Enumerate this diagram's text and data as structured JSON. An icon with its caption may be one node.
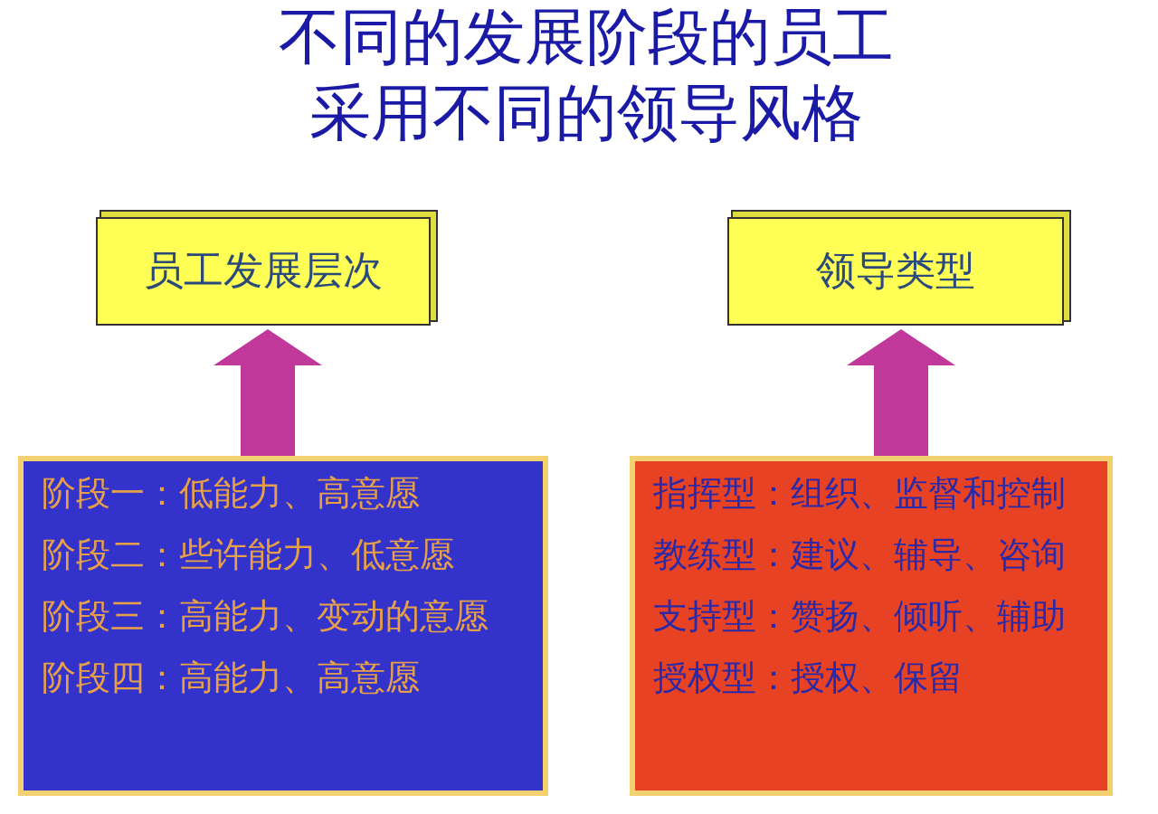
{
  "diagram": {
    "title": "不同的发展阶段的员工采用不同的领导风格",
    "nodes": [
      {
        "text": [
          "员工发展层次"
        ]
      },
      {
        "text": [
          "领导类型"
        ]
      },
      {
        "text": [
          "阶段一：低能力、高意愿",
          "阶段二：些许能力、低意愿",
          "阶段三：高能力、变动的意愿",
          "阶段四：高能力、高意愿"
        ]
      },
      {
        "text": [
          "指挥型：组织、监督和控制",
          "教练型：建议、辅导、咨询",
          "支持型：赞扬、倾听、辅助",
          "授权型：授权、保留"
        ]
      }
    ],
    "edges": [
      {
        "from": 2,
        "to": 0,
        "arrow": "to",
        "style": "thick"
      },
      {
        "from": 3,
        "to": 1,
        "arrow": "to",
        "style": "thick"
      }
    ]
  }
}
